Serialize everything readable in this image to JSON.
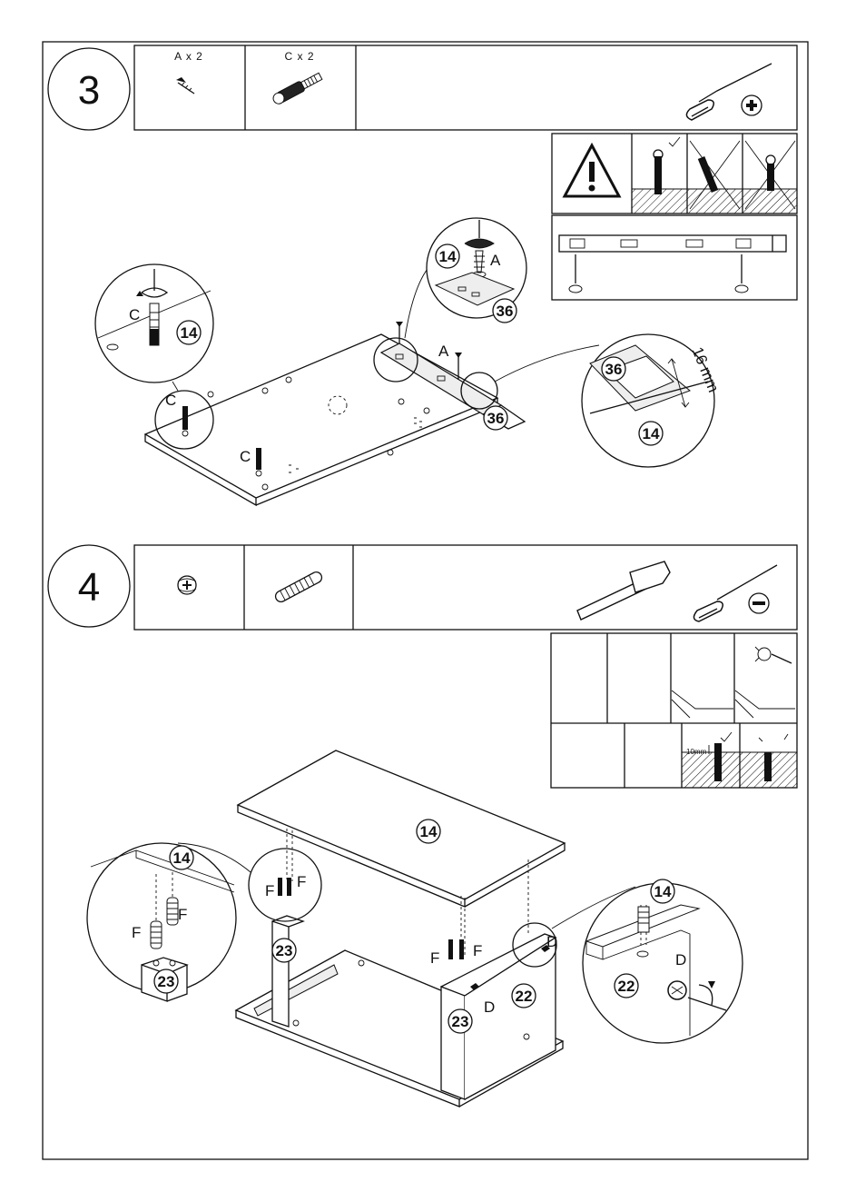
{
  "steps": [
    {
      "number": "3",
      "hardware": [
        {
          "id": "A",
          "quantity": "A x 2",
          "icon": "wood-screw-icon"
        },
        {
          "id": "C",
          "quantity": "C x 2",
          "icon": "drawer-cam-bolt-icon"
        }
      ],
      "tools": [
        "phillips-screwdriver-icon"
      ],
      "callouts": {
        "part_board": "14",
        "part_runner": "36",
        "screw": "A",
        "bolt": "C",
        "distance": "16 mm"
      }
    },
    {
      "number": "4",
      "hardware": [
        {
          "id": "D",
          "icon": "cam-lock-icon"
        },
        {
          "id": "F",
          "icon": "wooden-dowel-icon"
        }
      ],
      "tools": [
        "hammer-icon",
        "flathead-screwdriver-icon"
      ],
      "callouts": {
        "top_board": "14",
        "side_panel": "23",
        "back_panel": "22",
        "cam": "D",
        "dowel": "F",
        "depth": "10mm"
      }
    }
  ]
}
